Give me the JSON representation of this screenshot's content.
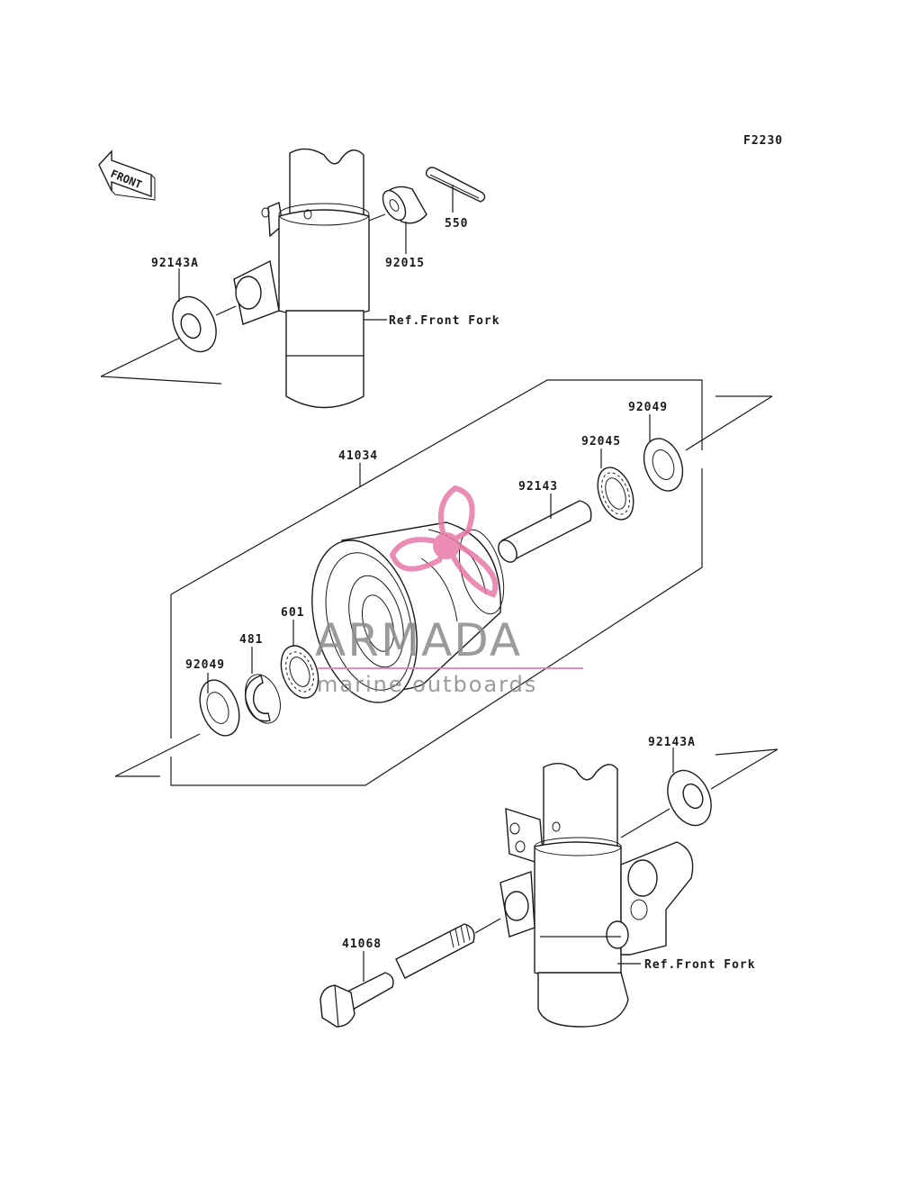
{
  "diagram_code": "F2230",
  "front_arrow_label": "FRONT",
  "watermark": {
    "brand": "ARMADA",
    "tagline": "marine outboards",
    "color": "#e879a8",
    "text_color": "#8a8a8a"
  },
  "parts": {
    "p92143A_top": "92143A",
    "p92015": "92015",
    "p550": "550",
    "ref_front_fork_top": "Ref.Front Fork",
    "p41034": "41034",
    "p92049_right": "92049",
    "p92045": "92045",
    "p92143": "92143",
    "p601": "601",
    "p481": "481",
    "p92049_left": "92049",
    "p92143A_bottom": "92143A",
    "p41068": "41068",
    "ref_front_fork_bottom": "Ref.Front Fork"
  }
}
